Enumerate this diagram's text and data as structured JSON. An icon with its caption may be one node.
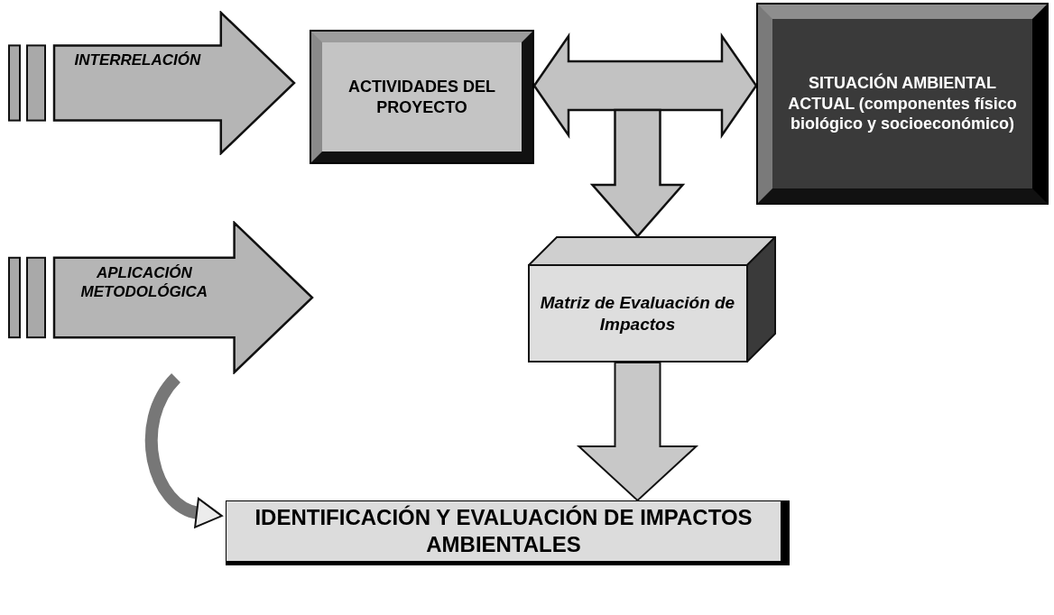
{
  "diagram": {
    "nodes": [
      {
        "text": [
          "INTERRELACIÓN"
        ]
      },
      {
        "text": [
          "ACTIVIDADES DEL PROYECTO"
        ]
      },
      {
        "text": [
          "SITUACIÓN AMBIENTAL ACTUAL (componentes físico biológico y socioeconómico)"
        ]
      },
      {
        "text": [
          "APLICACIÓN METODOLÓGICA"
        ]
      },
      {
        "text": [
          "Matriz de Evaluación de Impactos"
        ]
      },
      {
        "text": [
          "IDENTIFICACIÓN Y EVALUACIÓN DE IMPACTOS AMBIENTALES"
        ]
      }
    ],
    "edges": [
      {
        "from": 1,
        "to": 2,
        "arrow": "both"
      },
      {
        "from": null,
        "to": 4,
        "arrow": "to"
      },
      {
        "from": 4,
        "to": 5,
        "arrow": "to"
      },
      {
        "from": 3,
        "to": 5,
        "arrow": "to"
      }
    ]
  }
}
